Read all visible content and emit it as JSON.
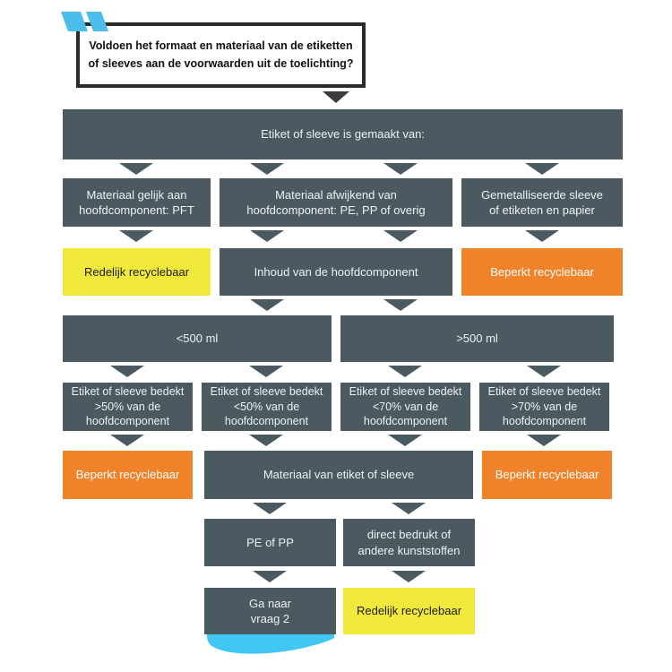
{
  "palette": {
    "dark": "#4a5a60",
    "yellow": "#f0e93b",
    "orange": "#f0832a",
    "ink": "#2b2b2b",
    "arrowdark": "#3b3b3b",
    "blueicon": "#4abdea",
    "bluewave": "#40c7f3",
    "darktext": "#eff2f2"
  },
  "flow": {
    "question": "Voldoen het formaat en materiaal van de etiketten\nof sleeves aan de voorwaarden uit de toelichting?",
    "made_of": "Etiket of sleeve is gemaakt van:",
    "mat_equal": "Materiaal gelijk aan\nhoofdcomponent: PFT",
    "mat_diff": "Materiaal afwijkend van\nhoofdcomponent: PE, PP of overig",
    "metallised": "Gemetalliseerde sleeve\nof etiketen en papier",
    "redelijk_1": "Redelijk recyclebaar",
    "inhoud": "Inhoud van de hoofdcomponent",
    "beperkt_1": "Beperkt recyclebaar",
    "lt500": "<500 ml",
    "gt500": ">500 ml",
    "bedekt_gt50": "Etiket of sleeve bedekt\n>50% van de\nhoofdcomponent",
    "bedekt_lt50": "Etiket of sleeve bedekt\n<50% van de\nhoofdcomponent",
    "bedekt_lt70": "Etiket of sleeve bedekt\n<70% van de\nhoofdcomponent",
    "bedekt_gt70": "Etiket of sleeve bedekt\n>70% van de\nhoofdcomponent",
    "beperkt_2": "Beperkt recyclebaar",
    "materiaal_etiket": "Materiaal van etiket of sleeve",
    "beperkt_3": "Beperkt recyclebaar",
    "pe_pp": "PE of PP",
    "direct_bedrukt": "direct bedrukt of\nandere kunststoffen",
    "ga_naar": "Ga naar\nvraag 2",
    "redelijk_2": "Redelijk recyclebaar"
  }
}
